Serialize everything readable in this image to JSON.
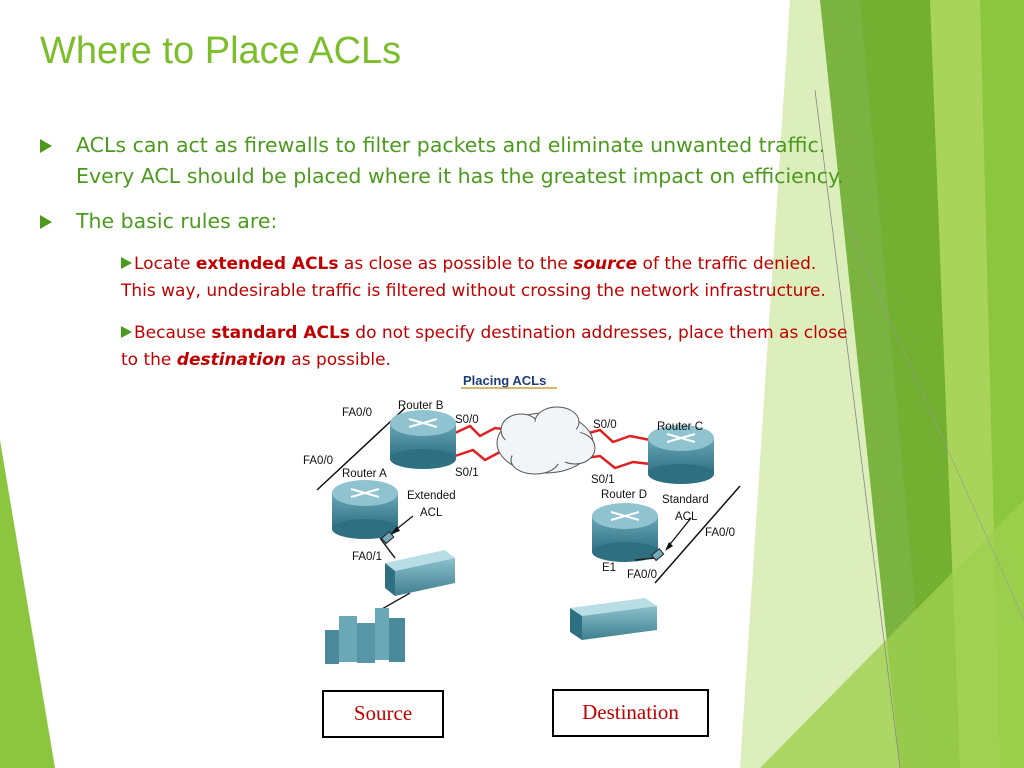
{
  "slide": {
    "title": "Where to Place ACLs",
    "bullets": [
      {
        "line1": "ACLs can act as firewalls to filter packets and eliminate unwanted traffic.",
        "line2": "Every ACL should be placed where it has the greatest impact on efficiency."
      },
      {
        "line1": "The basic rules are:"
      }
    ],
    "sub_bullets": [
      {
        "pre": "Locate ",
        "bold": "extended ACLs",
        "mid": " as close as possible to the ",
        "bold_italic": "source",
        "post": " of the traffic denied.",
        "line2": "This way, undesirable traffic is filtered without crossing the network infrastructure."
      },
      {
        "pre": "Because ",
        "bold": "standard ACLs",
        "mid": " do not specify destination addresses, place them as close",
        "line2_pre": "to the ",
        "bold_italic": "destination",
        "post": " as possible."
      }
    ]
  },
  "diagram": {
    "title": "Placing ACLs",
    "labels": {
      "router_a": "Router A",
      "router_b": "Router B",
      "router_c": "Router C",
      "router_d": "Router D",
      "b_fa00": "FA0/0",
      "a_fa00": "FA0/0",
      "b_s00": "S0/0",
      "b_s01": "S0/1",
      "c_s00": "S0/0",
      "c_s01": "S0/1",
      "a_fa01": "FA0/1",
      "extended": "Extended",
      "ext_acl": "ACL",
      "standard": "Standard",
      "std_acl": "ACL",
      "d_fa00_right": "FA0/0",
      "d_e1": "E1",
      "d_fa00_bottom": "FA0/0"
    }
  },
  "boxes": {
    "source": "Source",
    "destination": "Destination"
  },
  "colors": {
    "title": "#7cbd2c",
    "bullet": "#4c9a1d",
    "sub": "#c00000",
    "accent_light": "#cfe59a",
    "accent_dark": "#5c9e1c"
  }
}
